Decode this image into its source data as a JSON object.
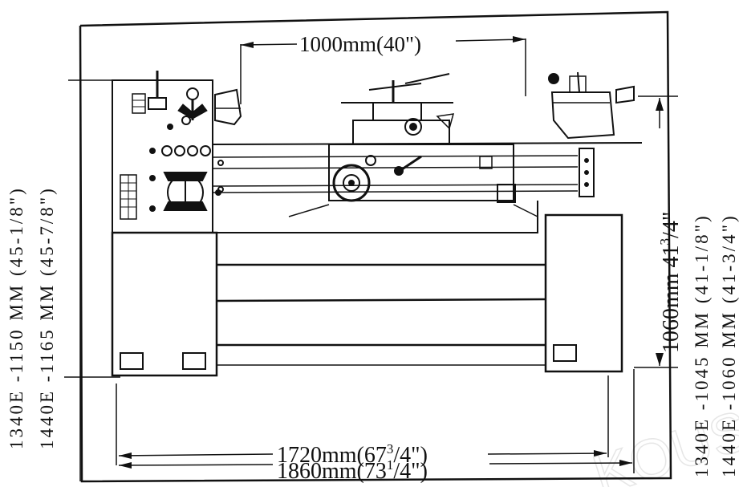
{
  "dimensions": {
    "bed_length": "1000mm(40\")",
    "center_height_label": "1060mm 41",
    "center_height_frac": "3",
    "center_height_frac2": "/4\"",
    "width_inner": "1720mm(67",
    "width_inner_frac": "3",
    "width_inner_tail": "/4\")",
    "width_outer": "1860mm(73",
    "width_outer_frac": "1",
    "width_outer_tail": "/4\")"
  },
  "left_heights": {
    "model_1340e": "1340E -1150 MM (45-1/8\")",
    "model_1440e": "1440E -1165 MM (45-7/8\")"
  },
  "right_heights": {
    "model_1340e": "1340E -1045 MM (41-1/8\")",
    "model_1440e": "1440E -1060 MM (41-3/4\")"
  },
  "watermark": "KOUSI",
  "colors": {
    "ink": "#111111",
    "paper": "#ffffff",
    "watermark": "#e6e6e6"
  }
}
